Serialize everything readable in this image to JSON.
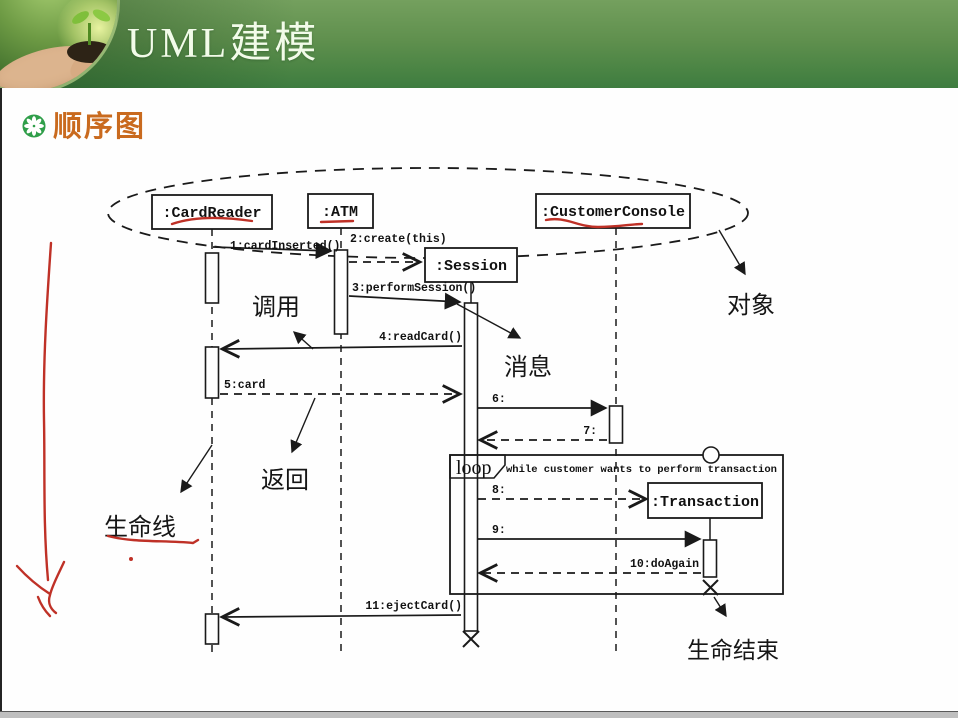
{
  "header": {
    "title": "UML建模"
  },
  "section": {
    "heading": "顺序图"
  },
  "diagram": {
    "objects": {
      "card_reader": ":CardReader",
      "atm": ":ATM",
      "customer_console": ":CustomerConsole",
      "session": ":Session",
      "transaction": ":Transaction"
    },
    "messages": {
      "m1": "1:cardInserted()",
      "m2": "2:create(this)",
      "m3": "3:performSession()",
      "m4": "4:readCard()",
      "m5": "5:card",
      "m6": "6:",
      "m7": "7:",
      "m8": "8:",
      "m9": "9:",
      "m10": "10:doAgain",
      "m11": "11:ejectCard()"
    },
    "loop": {
      "operator": "loop",
      "guard": "while customer wants to perform transaction"
    },
    "annotations": {
      "object": "对象",
      "call": "调用",
      "message": "消息",
      "return": "返回",
      "lifeline": "生命线",
      "life_end": "生命结束"
    }
  },
  "colors": {
    "header_green_top": "#74a05e",
    "header_green_bottom": "#3e7c40",
    "heading_orange": "#c96a1e",
    "diagram_ink": "#1a1a1a",
    "annotation_red": "#bf3127"
  }
}
